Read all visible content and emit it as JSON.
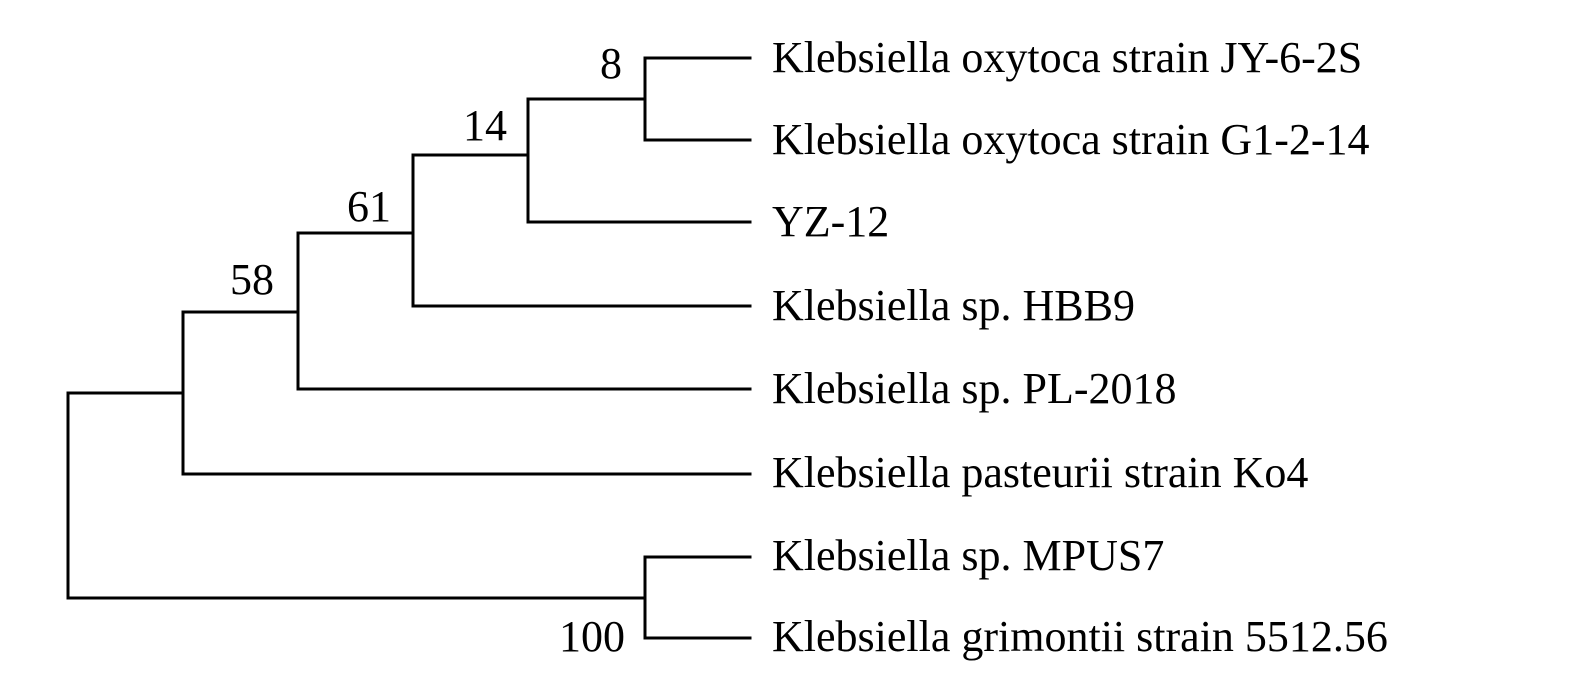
{
  "tree": {
    "taxa": [
      "Klebsiella oxytoca strain JY-6-2S",
      "Klebsiella oxytoca strain G1-2-14",
      "YZ-12",
      "Klebsiella sp. HBB9",
      "Klebsiella sp. PL-2018",
      "Klebsiella pasteurii strain Ko4",
      "Klebsiella sp. MPUS7",
      "Klebsiella grimontii strain 5512.56"
    ],
    "bootstrap": {
      "clade_jy_g1": "8",
      "clade_yz12": "14",
      "clade_hbb9": "61",
      "clade_pl2018": "58",
      "clade_mpus7_grimontii": "100"
    },
    "line_color": "#000000"
  }
}
